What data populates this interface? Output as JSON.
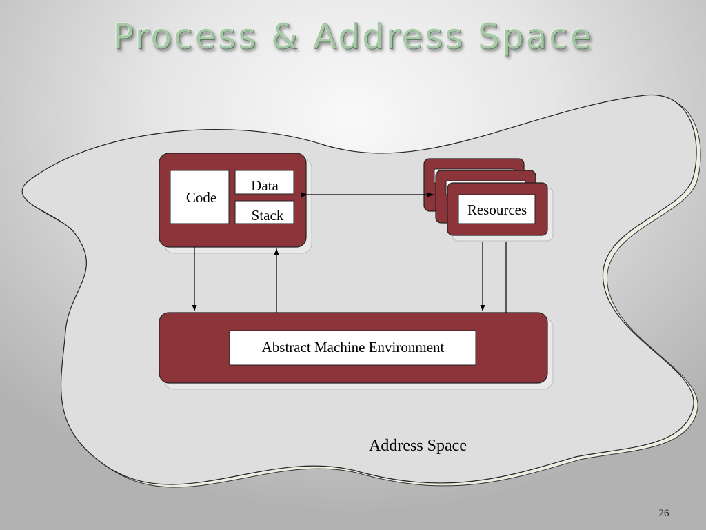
{
  "slide": {
    "title": "Process & Address Space",
    "page_number": "26"
  },
  "diagram": {
    "process_box": {
      "code_label": "Code",
      "data_label": "Data",
      "stack_label": "Stack"
    },
    "resources_label": "Resources",
    "environment_label": "Abstract Machine Environment",
    "address_space_label": "Address Space"
  },
  "colors": {
    "box_fill": "#8b353b",
    "title_text": "#a8c7a8",
    "address_space_fill": "#dedede",
    "address_space_rim": "#eceee1"
  }
}
